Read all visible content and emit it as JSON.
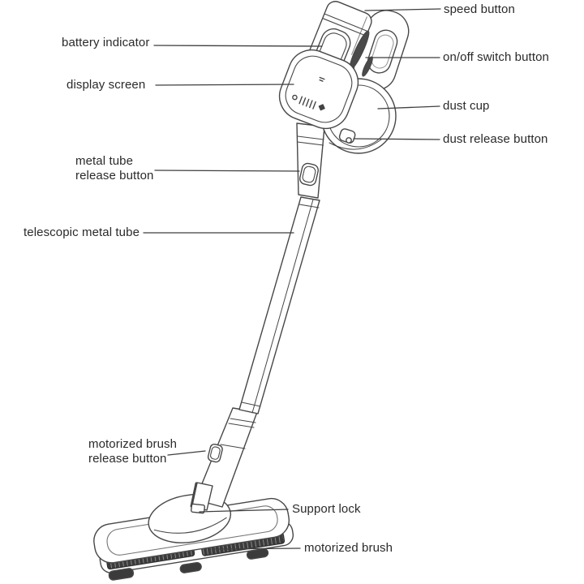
{
  "diagram": {
    "type": "labeled-parts-diagram",
    "subject": "cordless stick vacuum cleaner",
    "labels": {
      "speed_button": "speed button",
      "battery_indicator": "battery indicator",
      "on_off_switch_button": "on/off switch button",
      "display_screen": "display screen",
      "dust_cup": "dust cup",
      "dust_release_button": "dust release button",
      "metal_tube_release_button": "metal tube\nrelease button",
      "telescopic_metal_tube": "telescopic metal tube",
      "motorized_brush_release_button": "motorized brush\nrelease button",
      "support_lock": "Support lock",
      "motorized_brush": "motorized brush"
    },
    "colors": {
      "background": "#ffffff",
      "line_art": "#474747",
      "dark_fill": "#3b3b3b",
      "label_text": "#2a2a2a"
    }
  }
}
